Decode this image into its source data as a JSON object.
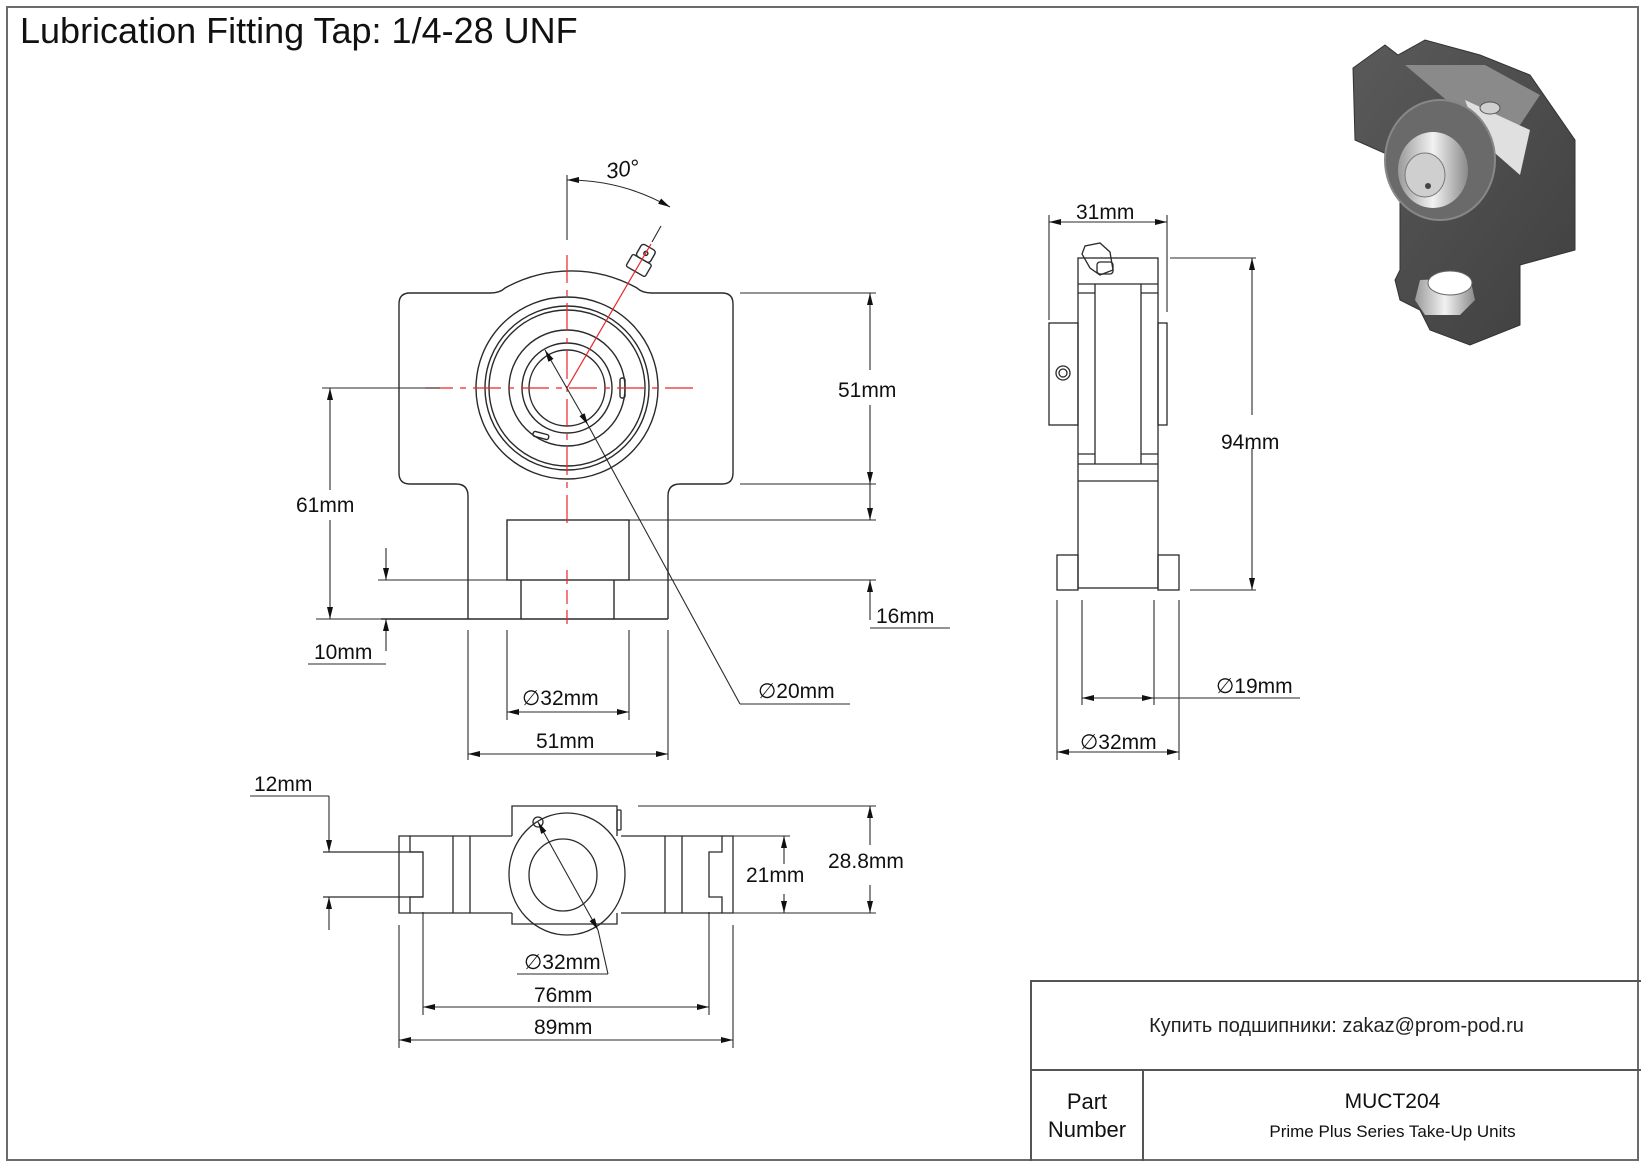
{
  "title": "Lubrication Fitting Tap: 1/4-28 UNF",
  "front_view": {
    "angle_label": "30°",
    "dims": {
      "center_to_top": "51mm",
      "total_height_left": "61mm",
      "base_thickness": "10mm",
      "slot_height": "16mm",
      "bore_diameter": "∅20mm",
      "slot_diameter": "∅32mm",
      "slot_width": "51mm"
    }
  },
  "side_view": {
    "dims": {
      "width": "31mm",
      "height": "94mm",
      "inner_diameter": "∅19mm",
      "outer_diameter": "∅32mm"
    }
  },
  "bottom_view": {
    "dims": {
      "slot_depth": "12mm",
      "inner_height": "21mm",
      "total_height": "28.8mm",
      "collar_diameter": "∅32mm",
      "inner_length": "76mm",
      "total_length": "89mm"
    }
  },
  "title_block": {
    "buy_text": "Купить подшипники: zakaz@prom-pod.ru",
    "part_label_line1": "Part",
    "part_label_line2": "Number",
    "part_number": "MUCT204",
    "part_description": "Prime Plus Series Take-Up Units"
  },
  "colors": {
    "line": "#2a2a2a",
    "centerline": "#e8262a",
    "frame": "#6b6b6b"
  }
}
